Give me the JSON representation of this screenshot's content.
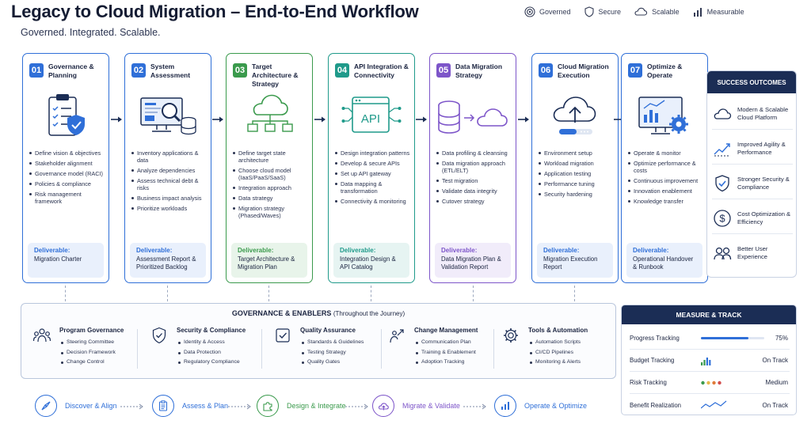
{
  "header": {
    "title": "Legacy to Cloud Migration – End-to-End Workflow",
    "subtitle": "Governed. Integrated. Scalable."
  },
  "legend": [
    {
      "label": "Governed",
      "icon": "target-icon"
    },
    {
      "label": "Secure",
      "icon": "shield-icon"
    },
    {
      "label": "Scalable",
      "icon": "cloud-icon"
    },
    {
      "label": "Measurable",
      "icon": "bars-icon"
    }
  ],
  "colors": {
    "blue": "#2f6fd8",
    "teal": "#1f9a8a",
    "green": "#3a9a4c",
    "purple": "#7d55c9",
    "navy": "#1b2d55"
  },
  "phases": [
    {
      "num": "01",
      "title": "Governance & Planning",
      "color": "#2f6fd8",
      "tint": "#e9f0fc",
      "icon": "clipboard-shield-icon",
      "items": [
        "Define vision & objectives",
        "Stakeholder alignment",
        "Governance model (RACI)",
        "Policies & compliance",
        "Risk management framework"
      ],
      "deliverable_label": "Deliverable:",
      "deliverable": "Migration Charter"
    },
    {
      "num": "02",
      "title": "System Assessment",
      "color": "#2f6fd8",
      "tint": "#e9f0fc",
      "icon": "monitor-search-icon",
      "items": [
        "Inventory applications & data",
        "Analyze dependencies",
        "Assess technical debt & risks",
        "Business impact analysis",
        "Prioritize workloads"
      ],
      "deliverable_label": "Deliverable:",
      "deliverable": "Assessment Report & Prioritized Backlog"
    },
    {
      "num": "03",
      "title": "Target Architecture & Strategy",
      "color": "#3a9a4c",
      "tint": "#e8f4ea",
      "icon": "cloud-network-icon",
      "items": [
        "Define target state architecture",
        "Choose cloud model (IaaS/PaaS/SaaS)",
        "Integration approach",
        "Data strategy",
        "Migration strategy (Phased/Waves)"
      ],
      "deliverable_label": "Deliverable:",
      "deliverable": "Target Architecture & Migration Plan"
    },
    {
      "num": "04",
      "title": "API Integration & Connectivity",
      "color": "#1f9a8a",
      "tint": "#e6f4f2",
      "icon": "api-icon",
      "items": [
        "Design integration patterns",
        "Develop & secure APIs",
        "Set up API gateway",
        "Data mapping & transformation",
        "Connectivity & monitoring"
      ],
      "deliverable_label": "Deliverable:",
      "deliverable": "Integration Design & API Catalog"
    },
    {
      "num": "05",
      "title": "Data Migration Strategy",
      "color": "#7d55c9",
      "tint": "#f1ecfa",
      "icon": "database-cloud-icon",
      "items": [
        "Data profiling & cleansing",
        "Data migration approach (ETL/ELT)",
        "Test migration",
        "Validate data integrity",
        "Cutover strategy"
      ],
      "deliverable_label": "Deliverable:",
      "deliverable": "Data Migration Plan & Validation Report"
    },
    {
      "num": "06",
      "title": "Cloud Migration Execution",
      "color": "#2f6fd8",
      "tint": "#e9f0fc",
      "icon": "cloud-upload-icon",
      "items": [
        "Environment setup",
        "Workload migration",
        "Application testing",
        "Performance tuning",
        "Security hardening"
      ],
      "deliverable_label": "Deliverable:",
      "deliverable": "Migration Execution Report"
    },
    {
      "num": "07",
      "title": "Optimize & Operate",
      "color": "#2f6fd8",
      "tint": "#e9f0fc",
      "icon": "dashboard-gear-icon",
      "items": [
        "Operate & monitor",
        "Optimize performance & costs",
        "Continuous improvement",
        "Innovation enablement",
        "Knowledge transfer"
      ],
      "deliverable_label": "Deliverable:",
      "deliverable": "Operational Handover & Runbook"
    }
  ],
  "outcomes": {
    "title": "SUCCESS OUTCOMES",
    "items": [
      {
        "label": "Modern & Scalable Cloud Platform",
        "icon": "cloud-icon"
      },
      {
        "label": "Improved Agility & Performance",
        "icon": "trend-icon"
      },
      {
        "label": "Stronger Security & Compliance",
        "icon": "shield-check-icon"
      },
      {
        "label": "Cost Optimization & Efficiency",
        "icon": "dollar-icon"
      },
      {
        "label": "Better User Experience",
        "icon": "users-icon"
      }
    ]
  },
  "governance": {
    "title": "GOVERNANCE & ENABLERS",
    "title_note": "(Throughout the Journey)",
    "columns": [
      {
        "title": "Program Governance",
        "icon": "people-icon",
        "items": [
          "Steering Committee",
          "Decision Framework",
          "Change Control"
        ]
      },
      {
        "title": "Security & Compliance",
        "icon": "shield-check-icon",
        "items": [
          "Identity & Access",
          "Data Protection",
          "Regulatory Compliance"
        ]
      },
      {
        "title": "Quality Assurance",
        "icon": "checkbox-icon",
        "items": [
          "Standards & Guidelines",
          "Testing Strategy",
          "Quality Gates"
        ]
      },
      {
        "title": "Change Management",
        "icon": "arrows-person-icon",
        "items": [
          "Communication Plan",
          "Training & Enablement",
          "Adoption Tracking"
        ]
      },
      {
        "title": "Tools & Automation",
        "icon": "gear-icon",
        "items": [
          "Automation Scripts",
          "CI/CD Pipelines",
          "Monitoring & Alerts"
        ]
      }
    ]
  },
  "flow": [
    {
      "label": "Discover & Align",
      "color": "#2f6fd8",
      "icon": "compass-icon"
    },
    {
      "label": "Assess & Plan",
      "color": "#2f6fd8",
      "icon": "clipboard-icon"
    },
    {
      "label": "Design & Integrate",
      "color": "#3a9a4c",
      "icon": "puzzle-icon"
    },
    {
      "label": "Migrate & Validate",
      "color": "#7d55c9",
      "icon": "cloud-upload-icon"
    },
    {
      "label": "Operate & Optimize",
      "color": "#2f6fd8",
      "icon": "bars-icon"
    }
  ],
  "measure": {
    "title": "MEASURE & TRACK",
    "rows": [
      {
        "label": "Progress Tracking",
        "value": "75%",
        "progress": 0.75
      },
      {
        "label": "Budget Tracking",
        "value": "On Track"
      },
      {
        "label": "Risk Tracking",
        "value": "Medium"
      },
      {
        "label": "Benefit Realization",
        "value": "On Track"
      }
    ]
  }
}
